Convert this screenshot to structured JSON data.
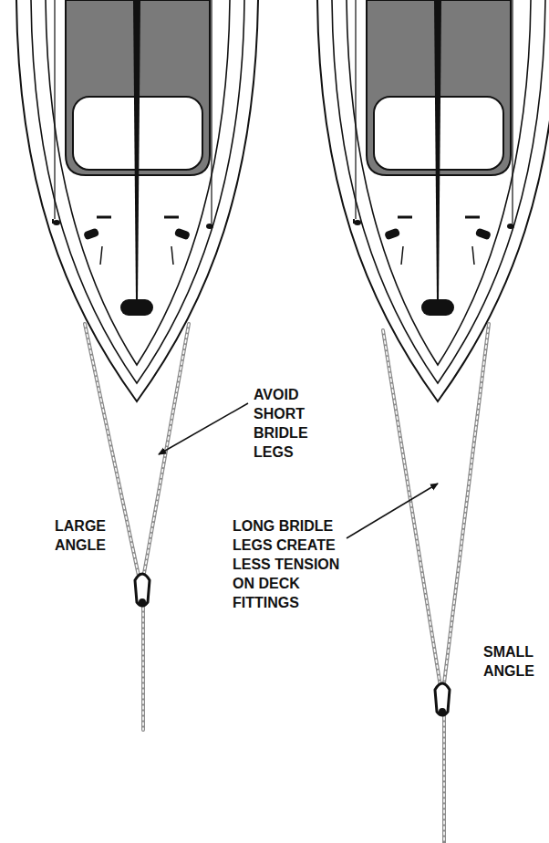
{
  "diagram": {
    "labels": [
      "AVOID SHORT BRIDLE LEGS",
      "LARGE ANGLE",
      "LONG BRIDLE LEGS CREATE LESS TENSION ON DECK FITTINGS",
      "SMALL ANGLE"
    ]
  }
}
